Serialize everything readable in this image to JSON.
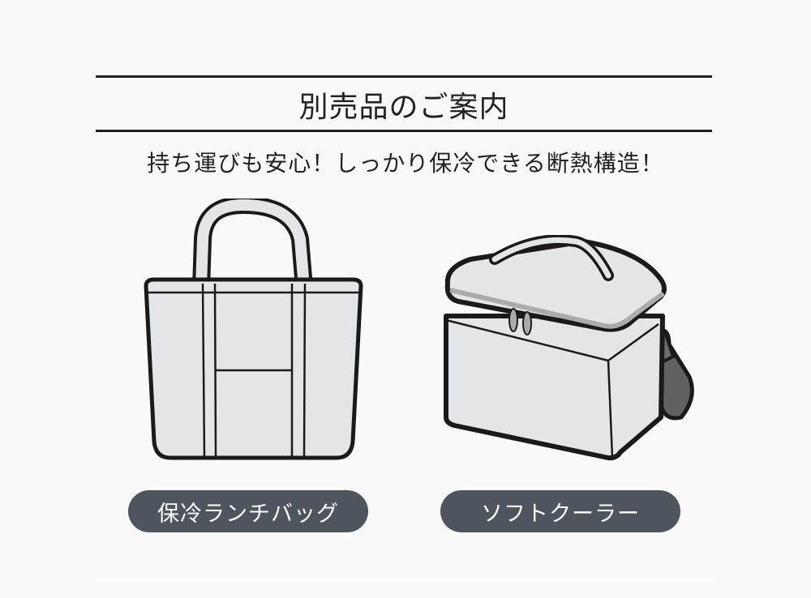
{
  "header": {
    "title": "別売品のご案内",
    "subtitle": "持ち運びも安心！しっかり保冷できる断熱構造！"
  },
  "products": [
    {
      "label": "保冷ランチバッグ",
      "icon": "tote-bag-icon"
    },
    {
      "label": "ソフトクーラー",
      "icon": "cooler-bag-icon"
    }
  ],
  "colors": {
    "pill": "#4f555c",
    "bag_fill": "#e4e5e7",
    "outline": "#1a1a1a",
    "accent_gray": "#a9abad",
    "strap": "#5f6265"
  }
}
